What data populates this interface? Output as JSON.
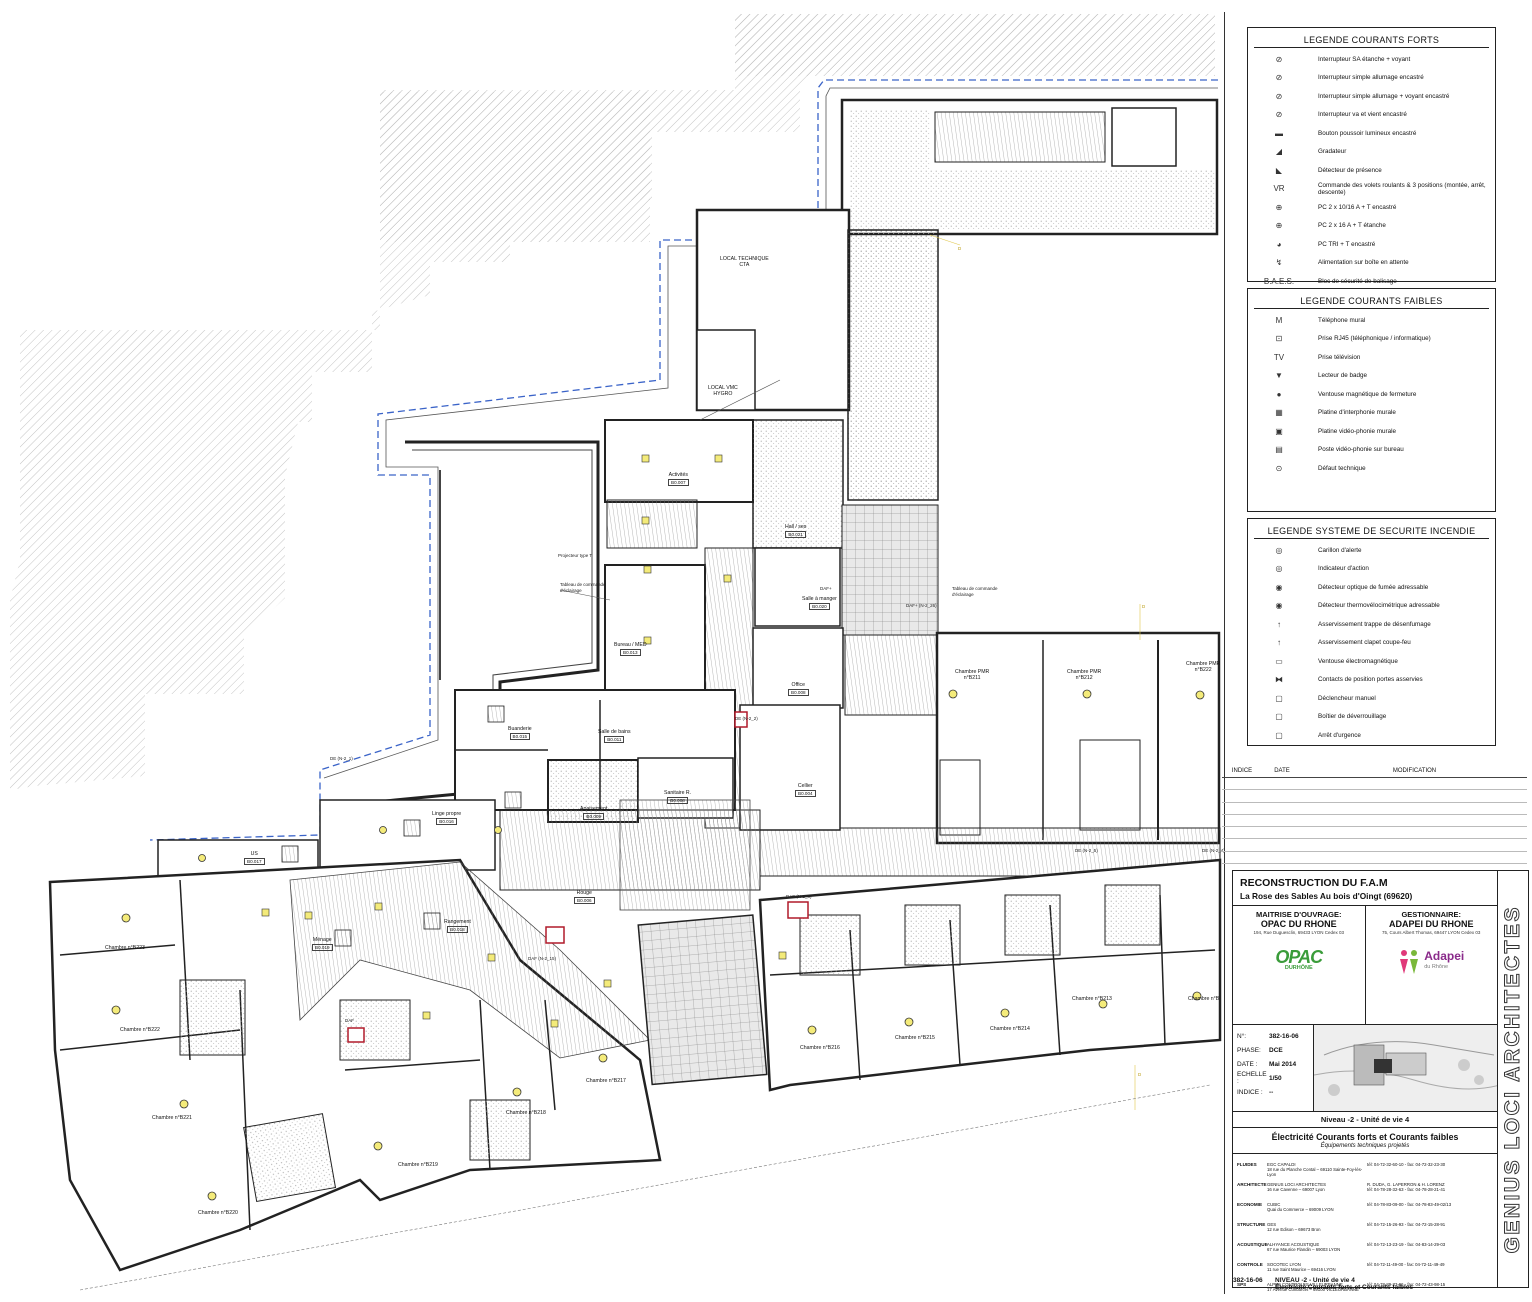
{
  "legend_forts": {
    "title": "LEGENDE COURANTS FORTS",
    "items": [
      {
        "sym": "⊘",
        "label": "Interrupteur SA étanche + voyant"
      },
      {
        "sym": "⊘",
        "label": "Interrupteur simple allumage encastré"
      },
      {
        "sym": "⊘",
        "label": "Interrupteur  simple allumage + voyant encastré"
      },
      {
        "sym": "⊘",
        "label": "Interrupteur va et vient encastré"
      },
      {
        "sym": "▬",
        "label": "Bouton poussoir lumineux encastré"
      },
      {
        "sym": "◢",
        "label": "Gradateur"
      },
      {
        "sym": "◣",
        "label": "Détecteur de présence"
      },
      {
        "sym": "VR",
        "label": "Commande des volets roulants & 3 positions (montée, arrêt, descente)"
      },
      {
        "sym": "⊕",
        "label": "PC 2 x 10/16 A + T encastré"
      },
      {
        "sym": "⊕",
        "label": "PC 2 x 16 A + T étanche"
      },
      {
        "sym": "◕",
        "label": "PC TRI + T encastré"
      },
      {
        "sym": "↯",
        "label": "Alimentation sur boîte en attente"
      },
      {
        "sym": "B.A.E.S.",
        "label": "Bloc de sécurité de balisage"
      }
    ]
  },
  "legend_faibles": {
    "title": "LEGENDE COURANTS FAIBLES",
    "items": [
      {
        "sym": "M",
        "label": "Téléphone mural"
      },
      {
        "sym": "⊡",
        "label": "Prise RJ45 (téléphonique / informatique)"
      },
      {
        "sym": "TV",
        "label": "Prise télévision"
      },
      {
        "sym": "▼",
        "label": "Lecteur de badge"
      },
      {
        "sym": "●",
        "label": "Ventouse magnétique de fermeture"
      },
      {
        "sym": "▦",
        "label": "Platine d'interphonie murale"
      },
      {
        "sym": "▣",
        "label": "Platine vidéo-phonie murale"
      },
      {
        "sym": "▤",
        "label": "Poste vidéo-phonie sur bureau"
      },
      {
        "sym": "⊙",
        "label": "Défaut technique"
      }
    ]
  },
  "legend_securite": {
    "title": "LEGENDE SYSTEME DE SECURITE INCENDIE",
    "items": [
      {
        "sym": "◎",
        "label": "Carillon d'alerte"
      },
      {
        "sym": "◎",
        "label": "Indicateur d'action"
      },
      {
        "sym": "◉",
        "label": "Détecteur optique de fumée adressable"
      },
      {
        "sym": "◉",
        "label": "Détecteur thermovélocimétrique adressable"
      },
      {
        "sym": "↑",
        "label": "Asservissement trappe de désenfumage"
      },
      {
        "sym": "↑",
        "label": "Asservissement clapet coupe-feu"
      },
      {
        "sym": "▭",
        "label": "Ventouse électromagnétique"
      },
      {
        "sym": "⧓",
        "label": "Contacts de position portes asservies"
      },
      {
        "sym": "▢",
        "label": "Déclencheur manuel"
      },
      {
        "sym": "▢",
        "label": "Boîtier de déverrouillage"
      },
      {
        "sym": "▢",
        "label": "Arrêt d'urgence"
      }
    ]
  },
  "revisions": {
    "col_index": "INDICE",
    "col_date": "DATE",
    "col_modif": "MODIFICATION"
  },
  "cartouche": {
    "title": "RECONSTRUCTION DU F.A.M",
    "subtitle": "La Rose des Sables Au bois d'Oingt  (69620)",
    "moa_role": "MAITRISE D'OUVRAGE:",
    "moa_org": "OPAC DU RHONE",
    "moa_addr": "194, Rue Duguesclin, 69433 LYON Cedex 03",
    "gest_role": "GESTIONNAIRE:",
    "gest_org": "ADAPEI DU RHONE",
    "gest_addr": "75, Cours Albert Thomas, 69447 LYON Cedex 03",
    "opac_logo": "OPAC",
    "opac_logo_sub": "DURHÔNE",
    "adapei_logo": "Adapei",
    "adapei_logo_sub": "du Rhône",
    "num_label": "N°:",
    "num_value": "382-16-06",
    "phase_label": "PHASE:",
    "phase_value": "DCE",
    "date_label": "DATE :",
    "date_value": "Mai 2014",
    "echelle_label": "ECHELLE :",
    "echelle_value": "1/50",
    "indice_label": "INDICE :",
    "indice_value": "--",
    "level": "Niveau -2 - Unité de vie 4",
    "heading": "Électricité Courants forts et Courants faibles",
    "subheading": "Équipements techniques projetés",
    "companies": [
      {
        "role": "FLUIDES",
        "name": "EGC CAPALDI\n18 rue du Planche Contal – 69110 Sainte-Foy-lès-Lyon",
        "pers": "tél: 04-72-32-60-10 - fax: 04-72-32-23-30"
      },
      {
        "role": "ARCHITECTE",
        "name": "GENIUS LOCI ARCHITECTES\n16 rue Cavenne – 69007 Lyon",
        "pers": "R. DUDA, G. LAPERRON & H. LORENZ\ntél: 04-78-28-32-63 - fax: 04-78-28-21-41"
      },
      {
        "role": "ECONOMIE",
        "name": "CUBIC\nQuai du Commerce – 69009 LYON",
        "pers": "tél: 04-78-83-09-00 - fax: 04-78-83-49-02/13"
      },
      {
        "role": "STRUCTURE",
        "name": "GES\n12 rue Edison – 69673 Bron",
        "pers": "tél: 04-72-15-26-93 - fax: 04-72-15-28-91"
      },
      {
        "role": "ACOUSTIQUE",
        "name": "ALHYANCE ACOUSTIQUE\n67 rue Maurice Flandin – 69003 LYON",
        "pers": "tél: 04-72-13-23-19 - fax: 04-83-14-29-03"
      },
      {
        "role": "CONTROLE",
        "name": "SOCOTEC LYON\n11 rue Saint Maurice – 69416 LYON",
        "pers": "tél: 04-72-11-49-00 - fax: 04-72-11-49-49"
      },
      {
        "role": "SPS",
        "name": "ALPES CONTROLES VILLEURBANNE\n17 Avenue Condorcet – 69100 VILLEURBANNE",
        "pers": "tél: 04-78-89-73-96 - fax: 04-72-43-98-15"
      }
    ],
    "footer_num": "382-16-06",
    "footer_line1": "NIVEAU -2 - Unité de vie 4",
    "footer_line2": "Électricité Courants forts et Courants faibles",
    "brand": "GENIUS LOCI ARCHITECTES"
  },
  "rooms": [
    {
      "name": "LOCAL TECHNIQUE\nCTA",
      "num": ""
    },
    {
      "name": "LOCAL VMC\nHYGRO",
      "num": ""
    },
    {
      "name": "Activités",
      "num": "B0.007"
    },
    {
      "name": "Hall / ses",
      "num": "B0.021"
    },
    {
      "name": "Salle à manger",
      "num": "B0.020"
    },
    {
      "name": "Bureau / MED",
      "num": "B0.013"
    },
    {
      "name": "Office",
      "num": "B0.008"
    },
    {
      "name": "Salle de bains",
      "num": "B0.011"
    },
    {
      "name": "Buanderie",
      "num": "B0.015"
    },
    {
      "name": "Sanitaire R.",
      "num": "B0.008"
    },
    {
      "name": "Apaisement",
      "num": "B0.009"
    },
    {
      "name": "Linge propre",
      "num": "B0.016"
    },
    {
      "name": "US",
      "num": "B0.017"
    },
    {
      "name": "Cellier",
      "num": "B0.004"
    },
    {
      "name": "Rangement",
      "num": "B0.018"
    },
    {
      "name": "Ménage",
      "num": "B0.019"
    },
    {
      "name": "Rouge",
      "num": "B0.006"
    },
    {
      "name": "Chambre PMR\nn°B211",
      "num": ""
    },
    {
      "name": "Chambre PMR\nn°B212",
      "num": ""
    },
    {
      "name": "Chambre PMR\nn°B222",
      "num": ""
    },
    {
      "name": "Chambre n°B223",
      "num": ""
    },
    {
      "name": "Chambre n°B222",
      "num": ""
    },
    {
      "name": "Chambre n°B221",
      "num": ""
    },
    {
      "name": "Chambre n°B220",
      "num": ""
    },
    {
      "name": "Chambre n°B219",
      "num": ""
    },
    {
      "name": "Chambre n°B218",
      "num": ""
    },
    {
      "name": "Chambre n°B217",
      "num": ""
    },
    {
      "name": "Chambre n°B216",
      "num": ""
    },
    {
      "name": "Chambre n°B215",
      "num": ""
    },
    {
      "name": "Chambre n°B214",
      "num": ""
    },
    {
      "name": "Chambre n°B213",
      "num": ""
    },
    {
      "name": "Chambre n°B",
      "num": ""
    }
  ]
}
